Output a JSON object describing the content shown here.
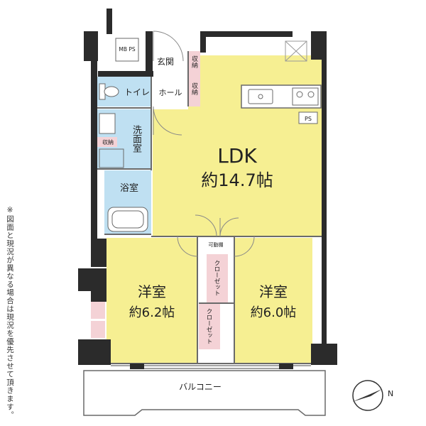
{
  "colors": {
    "living": "#f6ef92",
    "wet": "#bfe0f2",
    "storage": "#f4d2d6",
    "wall": "#2b2b2b",
    "outline": "#6a6a6a"
  },
  "rooms": {
    "ldk_name": "LDK",
    "ldk_size": "約14.7帖",
    "western1_name": "洋室",
    "western1_size": "約6.2帖",
    "western2_name": "洋室",
    "western2_size": "約6.0帖",
    "entrance": "玄関",
    "hall": "ホール",
    "toilet": "トイレ",
    "washroom": "洗面室",
    "bath": "浴室",
    "balcony": "バルコニー"
  },
  "storage_labels": {
    "entrance_top": "収納",
    "entrance_bottom": "収納",
    "wash": "収納",
    "closet_left": "クローゼット",
    "closet_right": "クローゼット",
    "movable_shelf": "可動棚"
  },
  "utilities": {
    "mb_ps": "MB PS",
    "ps": "PS"
  },
  "note": "※図面と現況が異なる場合は現況を優先させて頂きます。",
  "compass": "N"
}
